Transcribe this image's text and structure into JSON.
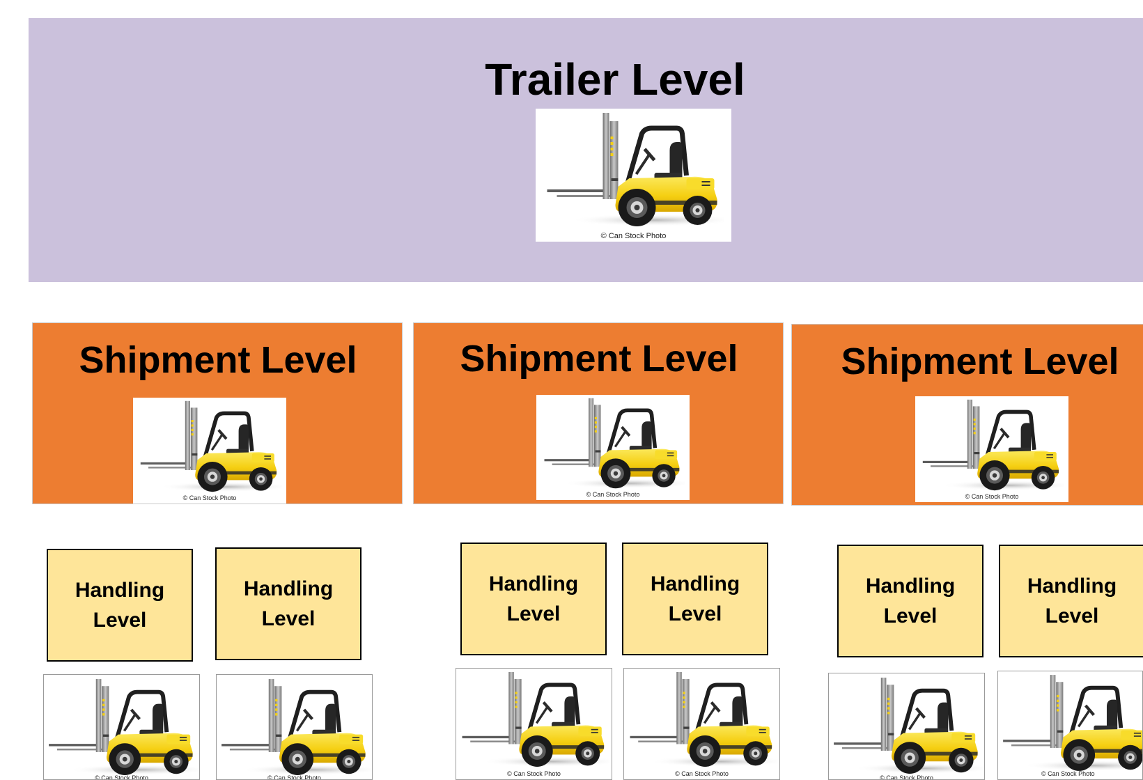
{
  "trailer": {
    "title": "Trailer Level",
    "image": {
      "icon": "forklift-icon",
      "credit": "© Can Stock Photo"
    }
  },
  "shipments": [
    {
      "title": "Shipment Level",
      "image": {
        "icon": "forklift-icon",
        "credit": "© Can Stock Photo"
      },
      "handling": [
        {
          "line1": "Handling",
          "line2": "Level",
          "credit": "© Can Stock Photo"
        },
        {
          "line1": "Handling",
          "line2": "Level",
          "credit": "© Can Stock Photo"
        }
      ]
    },
    {
      "title": "Shipment Level",
      "image": {
        "icon": "forklift-icon",
        "credit": "© Can Stock Photo"
      },
      "handling": [
        {
          "line1": "Handling",
          "line2": "Level",
          "credit": "© Can Stock Photo"
        },
        {
          "line1": "Handling",
          "line2": "Level",
          "credit": "© Can Stock Photo"
        }
      ]
    },
    {
      "title": "Shipment Level",
      "image": {
        "icon": "forklift-icon",
        "credit": "© Can Stock Photo"
      },
      "handling": [
        {
          "line1": "Handling",
          "line2": "Level",
          "credit": "© Can Stock Photo"
        },
        {
          "line1": "Handling",
          "line2": "Level",
          "credit": "© Can Stock Photo"
        }
      ]
    }
  ],
  "colors": {
    "trailer_bg": "#cbc1dc",
    "shipment_bg": "#ed7d31",
    "handling_bg": "#fee599",
    "forklift_body": "#f7d21a"
  }
}
